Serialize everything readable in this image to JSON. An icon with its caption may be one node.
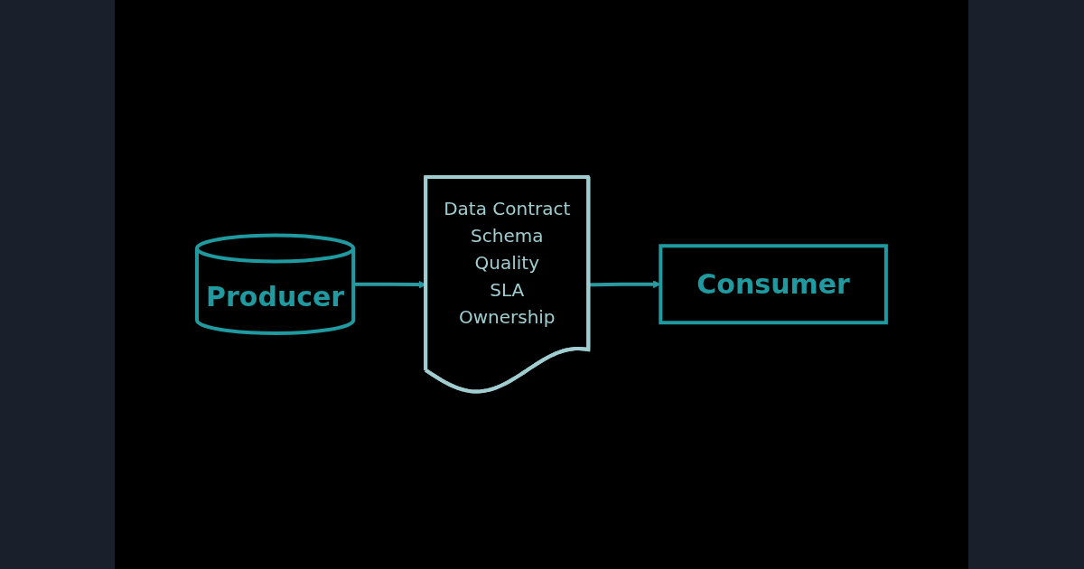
{
  "diagram": {
    "nodes": [
      {
        "text": [
          "Producer"
        ]
      },
      {
        "text": [
          "Data Contract",
          "Schema",
          "Quality",
          "SLA",
          "Ownership"
        ]
      },
      {
        "text": [
          "Consumer"
        ]
      }
    ],
    "edges": [
      {
        "from": 0,
        "to": 1,
        "arrow": "to"
      },
      {
        "from": 1,
        "to": 2,
        "arrow": "to"
      }
    ]
  }
}
